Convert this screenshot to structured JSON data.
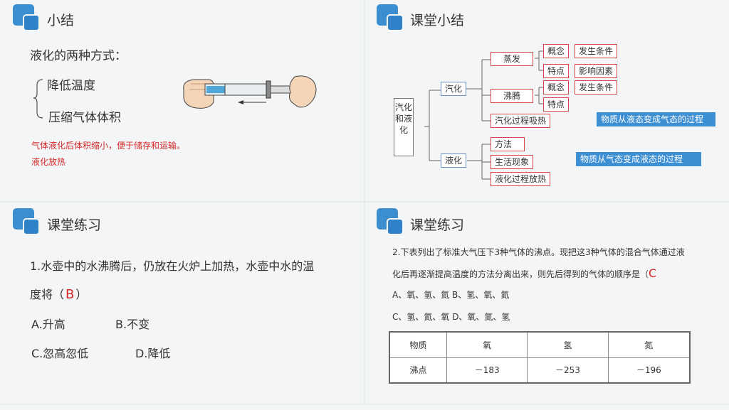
{
  "panel1": {
    "title": "小结",
    "heading": "液化的两种方式：",
    "method1": "降低温度",
    "method2": "压缩气体体积",
    "note1": "气体液化后体积缩小，便于储存和运输。",
    "note2": "液化放热"
  },
  "panel2": {
    "title": "课堂小结",
    "root": "汽化和液化",
    "vaporize": "汽化",
    "evaporate": "蒸发",
    "boil": "沸腾",
    "concept": "概念",
    "condition": "发生条件",
    "feature": "特点",
    "factors": "影响因素",
    "vap_heat": "汽化过程吸热",
    "liquefy": "液化",
    "method": "方法",
    "phenomenon": "生活现象",
    "liq_heat": "液化过程放热",
    "vap_def": "物质从液态变成气态的过程",
    "liq_def": "物质从气态变成液态的过程"
  },
  "panel3": {
    "title": "课堂练习",
    "q_line1": "1.水壶中的水沸腾后，仍放在火炉上加热，水壶中水的温",
    "q_line2": "度将（",
    "answer": "B",
    "q_close": "）",
    "optA": "A.升高",
    "optB": "B.不变",
    "optC": "C.忽高忽低",
    "optD": "D.降低"
  },
  "panel4": {
    "title": "课堂练习",
    "q_line1": "2.下表列出了标准大气压下3种气体的沸点。现把这3种气体的混合气体通过液",
    "q_line2": "化后再逐渐提高温度的方法分离出来，则先后得到的气体的顺序是（",
    "answer": "C",
    "optAB": "A、氧、氢、氮   B、氢、氧、氮",
    "optCD": "C、氢、氮、氧   D、氧、氮、氢",
    "table": {
      "header": [
        "物质",
        "氧",
        "氢",
        "氮"
      ],
      "row": [
        "沸点",
        "－183",
        "－253",
        "－196"
      ]
    }
  },
  "colors": {
    "accent": "#3b8fd0",
    "red": "#d42a2a"
  }
}
